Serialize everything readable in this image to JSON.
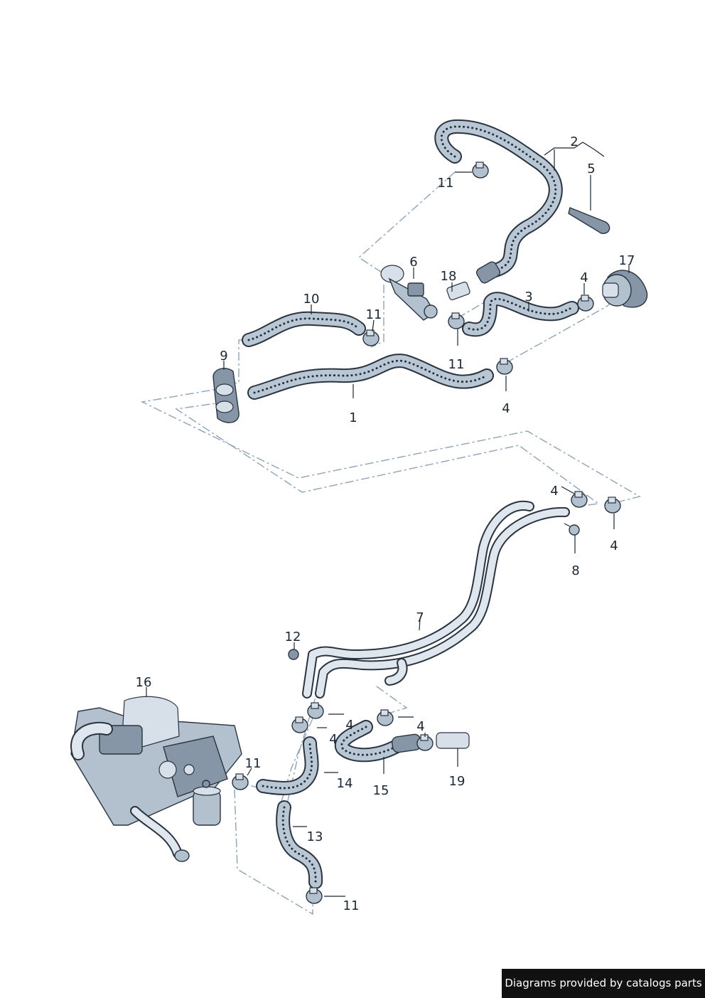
{
  "callouts": {
    "p1": "1",
    "p2": "2",
    "p3": "3",
    "p4a": "4",
    "p4b": "4",
    "p4c": "4",
    "p4d": "4",
    "p4e": "4",
    "p4f": "4",
    "p4g": "4",
    "p5": "5",
    "p6": "6",
    "p7": "7",
    "p8": "8",
    "p9": "9",
    "p10": "10",
    "p11a": "11",
    "p11b": "11",
    "p11c": "11",
    "p11d": "11",
    "p11e": "11",
    "p12": "12",
    "p13": "13",
    "p14": "14",
    "p15": "15",
    "p16": "16",
    "p17": "17",
    "p18": "18",
    "p19": "19"
  },
  "footer": {
    "credit": "Diagrams provided by catalogs parts"
  },
  "colors": {
    "outline": "#2a3440",
    "metal": "#b3c0cd",
    "leader": "#8fa3b8",
    "banner": "#111111"
  }
}
